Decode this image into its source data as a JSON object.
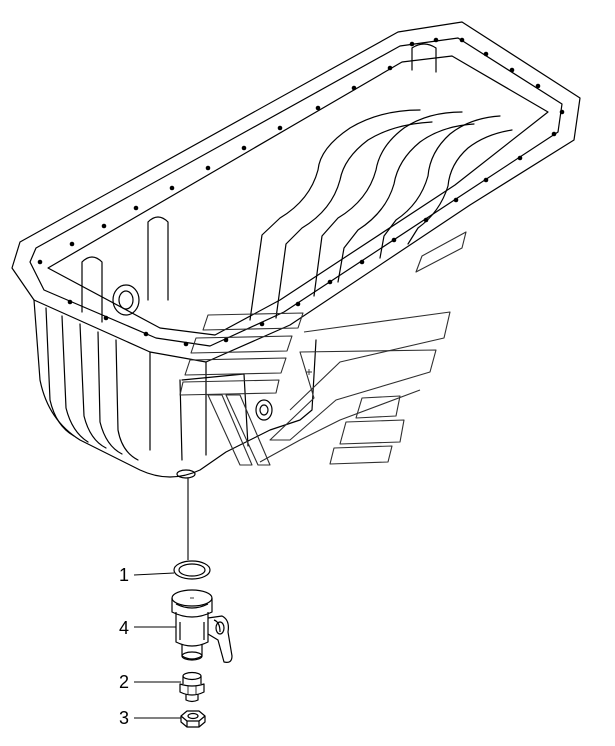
{
  "colors": {
    "line": "#000000",
    "watermark": "#2e2e2e",
    "background": "#ffffff"
  },
  "callouts": [
    {
      "number": "1",
      "part": "sealing-washer"
    },
    {
      "number": "4",
      "part": "drain-valve"
    },
    {
      "number": "2",
      "part": "adapter-fitting"
    },
    {
      "number": "3",
      "part": "hex-nut"
    }
  ]
}
